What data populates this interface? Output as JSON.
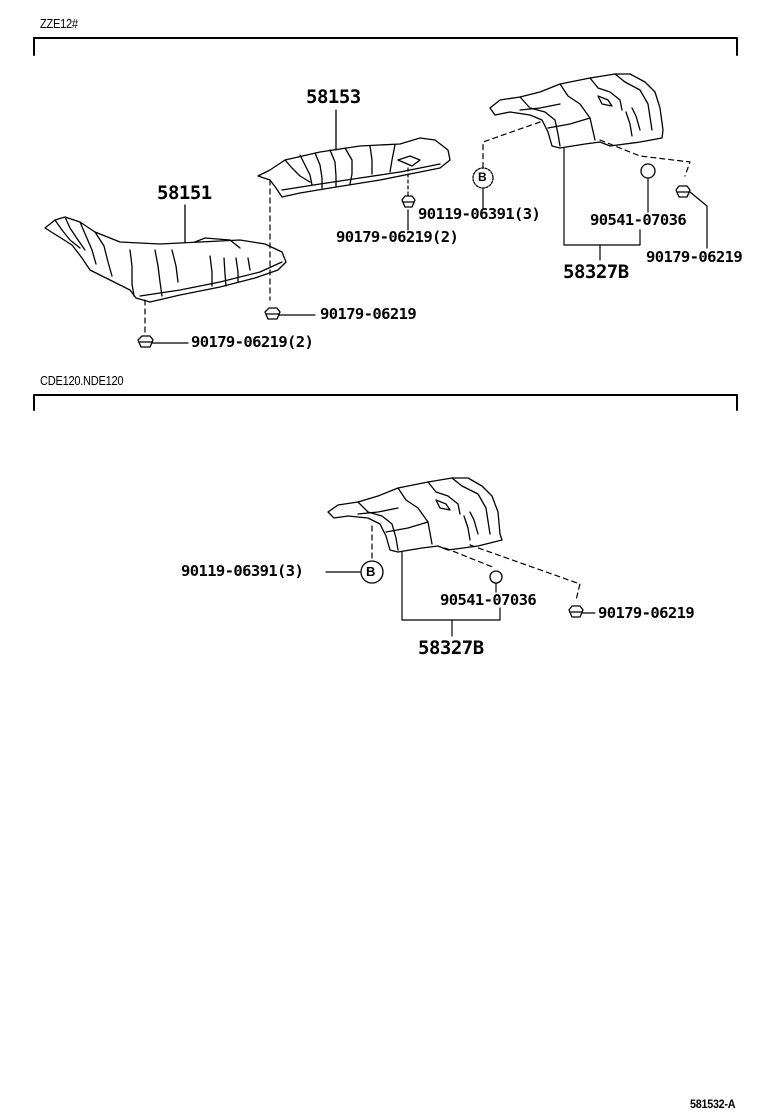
{
  "sections": [
    {
      "id": "zze12",
      "title": "ZZE12#",
      "parts": [
        {
          "number": "58153",
          "description": "heat insulator (center)"
        },
        {
          "number": "58151",
          "description": "heat insulator (front)"
        },
        {
          "number": "58327B",
          "description": "heat insulator (rear)"
        }
      ],
      "fasteners": [
        {
          "label": "90179-06219(2)",
          "position": "under 58153"
        },
        {
          "label": "90119-06391(3)",
          "position": "clip B"
        },
        {
          "label": "90541-07036",
          "position": "plug"
        },
        {
          "label": "90179-06219",
          "position": "rear nut"
        },
        {
          "label": "90179-06219",
          "position": "58151 right nut"
        },
        {
          "label": "90179-06219(2)",
          "position": "58151 left nut"
        }
      ],
      "callout": "B"
    },
    {
      "id": "cde120-nde120",
      "title": "CDE120.NDE120",
      "parts": [
        {
          "number": "58327B",
          "description": "heat insulator (rear)"
        }
      ],
      "fasteners": [
        {
          "label": "90119-06391(3)",
          "position": "clip B"
        },
        {
          "label": "90541-07036",
          "position": "plug"
        },
        {
          "label": "90179-06219",
          "position": "rear nut"
        }
      ],
      "callout": "B"
    }
  ],
  "labels": {
    "s1_title": "ZZE12#",
    "s1_58153": "58153",
    "s1_58151": "58151",
    "s1_58327b": "58327B",
    "s1_f_90179_2_top": "90179-06219(2)",
    "s1_f_90119": "90119-06391(3)",
    "s1_f_90541": "90541-07036",
    "s1_f_90179_rear": "90179-06219",
    "s1_f_90179_mid": "90179-06219",
    "s1_f_90179_2_bottom": "90179-06219(2)",
    "s1_callout": "B",
    "s2_title": "CDE120.NDE120",
    "s2_f_90119": "90119-06391(3)",
    "s2_callout": "B",
    "s2_f_90541": "90541-07036",
    "s2_f_90179": "90179-06219",
    "s2_58327b": "58327B",
    "figure_code": "581532-A"
  }
}
